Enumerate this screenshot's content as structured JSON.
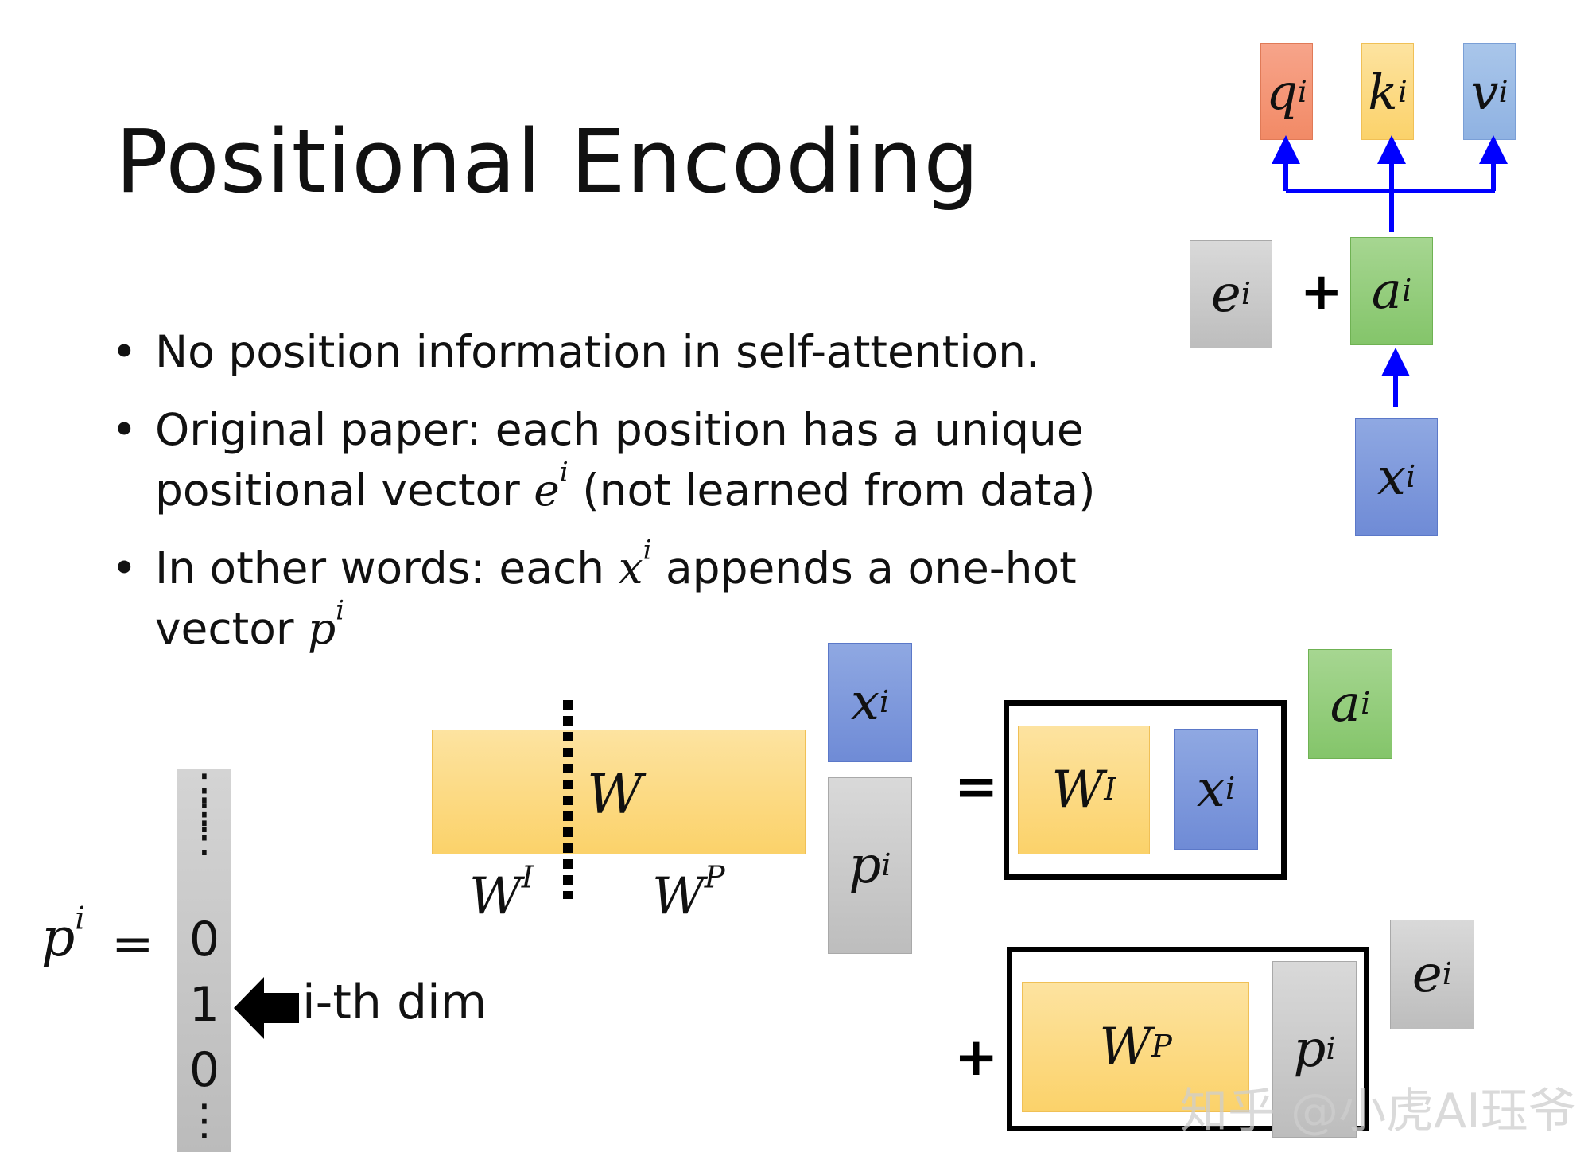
{
  "title": "Positional Encoding",
  "bullets": [
    {
      "text": "No position information in self-attention."
    },
    {
      "text_before": "Original paper: each position has a unique positional vector ",
      "math_base": "e",
      "math_sup": "i",
      "text_after": " (not learned from data)"
    },
    {
      "text_before": "In other words: each ",
      "math1_base": "x",
      "math1_sup": "i",
      "text_middle": " appends a one-hot vector ",
      "math2_base": "p",
      "math2_sup": "i"
    }
  ],
  "top_diagram": {
    "q": {
      "base": "q",
      "sup": "i"
    },
    "k": {
      "base": "k",
      "sup": "i"
    },
    "v": {
      "base": "v",
      "sup": "i"
    },
    "e": {
      "base": "e",
      "sup": "i"
    },
    "plus": "+",
    "a": {
      "base": "a",
      "sup": "i"
    },
    "x": {
      "base": "x",
      "sup": "i"
    },
    "arrow_color": "#0000ff"
  },
  "onehot": {
    "lhs_base": "p",
    "lhs_sup": "i",
    "equals": "=",
    "dots_top": "⋮",
    "values": [
      "0",
      "1",
      "0"
    ],
    "dots_bottom": "⋮",
    "pointer_label": "i-th dim"
  },
  "matrix": {
    "W": "W",
    "WI_base": "W",
    "WI_sup": "I",
    "WP_base": "W",
    "WP_sup": "P",
    "x": {
      "base": "x",
      "sup": "i"
    },
    "p": {
      "base": "p",
      "sup": "i"
    }
  },
  "equation": {
    "equals": "=",
    "plus": "+",
    "WI_base": "W",
    "WI_sup": "I",
    "x": {
      "base": "x",
      "sup": "i"
    },
    "a": {
      "base": "a",
      "sup": "i"
    },
    "WP_base": "W",
    "WP_sup": "P",
    "p": {
      "base": "p",
      "sup": "i"
    },
    "e": {
      "base": "e",
      "sup": "i"
    }
  },
  "watermark": "知乎 @小虎AI珏爷"
}
